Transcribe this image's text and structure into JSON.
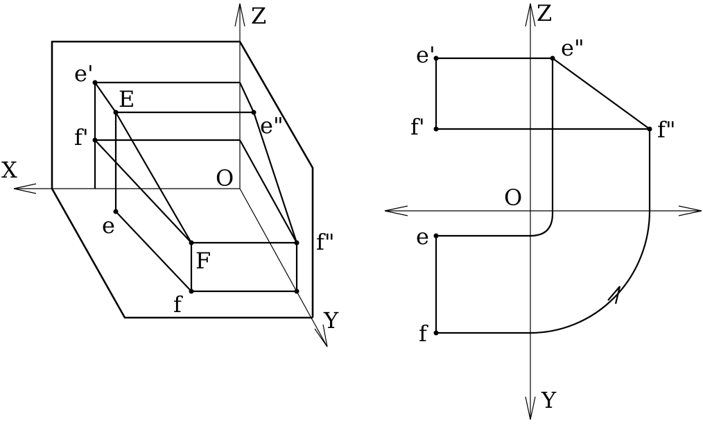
{
  "left_figure": {
    "axis_labels": {
      "x": "X",
      "y": "Y",
      "z": "Z",
      "origin": "O"
    },
    "point_labels": {
      "e_prime": "e'",
      "f_prime": "f'",
      "E": "E",
      "e_double_prime": "e\"",
      "e": "e",
      "F": "F",
      "f": "f",
      "f_double_prime": "f\""
    }
  },
  "right_figure": {
    "axis_labels": {
      "z": "Z",
      "y": "Y",
      "origin": "O"
    },
    "point_labels": {
      "e_prime": "e'",
      "e_double_prime": "e\"",
      "f_prime": "f'",
      "f_double_prime": "f\"",
      "e": "e",
      "f": "f"
    }
  }
}
